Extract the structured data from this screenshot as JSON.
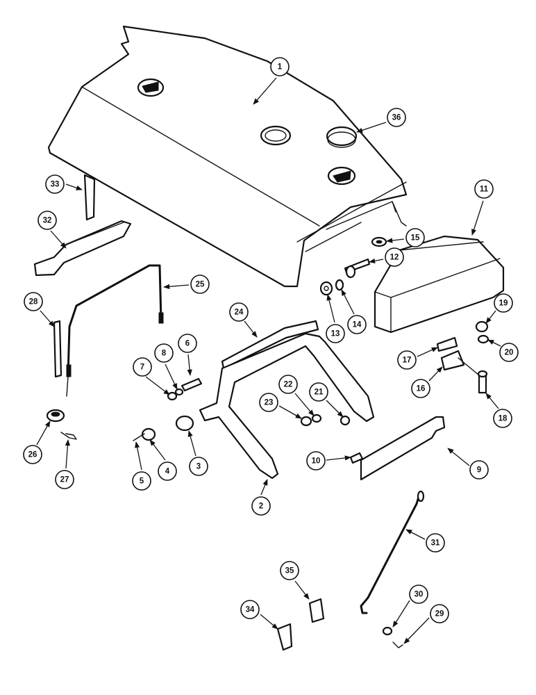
{
  "callouts": [
    {
      "id": "1",
      "label": "1"
    },
    {
      "id": "2",
      "label": "2"
    },
    {
      "id": "3",
      "label": "3"
    },
    {
      "id": "4",
      "label": "4"
    },
    {
      "id": "5",
      "label": "5"
    },
    {
      "id": "6",
      "label": "6"
    },
    {
      "id": "7",
      "label": "7"
    },
    {
      "id": "8",
      "label": "8"
    },
    {
      "id": "9",
      "label": "9"
    },
    {
      "id": "10",
      "label": "10"
    },
    {
      "id": "11",
      "label": "11"
    },
    {
      "id": "12",
      "label": "12"
    },
    {
      "id": "13",
      "label": "13"
    },
    {
      "id": "14",
      "label": "14"
    },
    {
      "id": "15",
      "label": "15"
    },
    {
      "id": "16",
      "label": "16"
    },
    {
      "id": "17",
      "label": "17"
    },
    {
      "id": "18",
      "label": "18"
    },
    {
      "id": "19",
      "label": "19"
    },
    {
      "id": "20",
      "label": "20"
    },
    {
      "id": "21",
      "label": "21"
    },
    {
      "id": "22",
      "label": "22"
    },
    {
      "id": "23",
      "label": "23"
    },
    {
      "id": "24",
      "label": "24"
    },
    {
      "id": "25",
      "label": "25"
    },
    {
      "id": "26",
      "label": "26"
    },
    {
      "id": "27",
      "label": "27"
    },
    {
      "id": "28",
      "label": "28"
    },
    {
      "id": "29",
      "label": "29"
    },
    {
      "id": "30",
      "label": "30"
    },
    {
      "id": "31",
      "label": "31"
    },
    {
      "id": "32",
      "label": "32"
    },
    {
      "id": "33",
      "label": "33"
    },
    {
      "id": "34",
      "label": "34"
    },
    {
      "id": "35",
      "label": "35"
    },
    {
      "id": "36",
      "label": "36"
    }
  ]
}
